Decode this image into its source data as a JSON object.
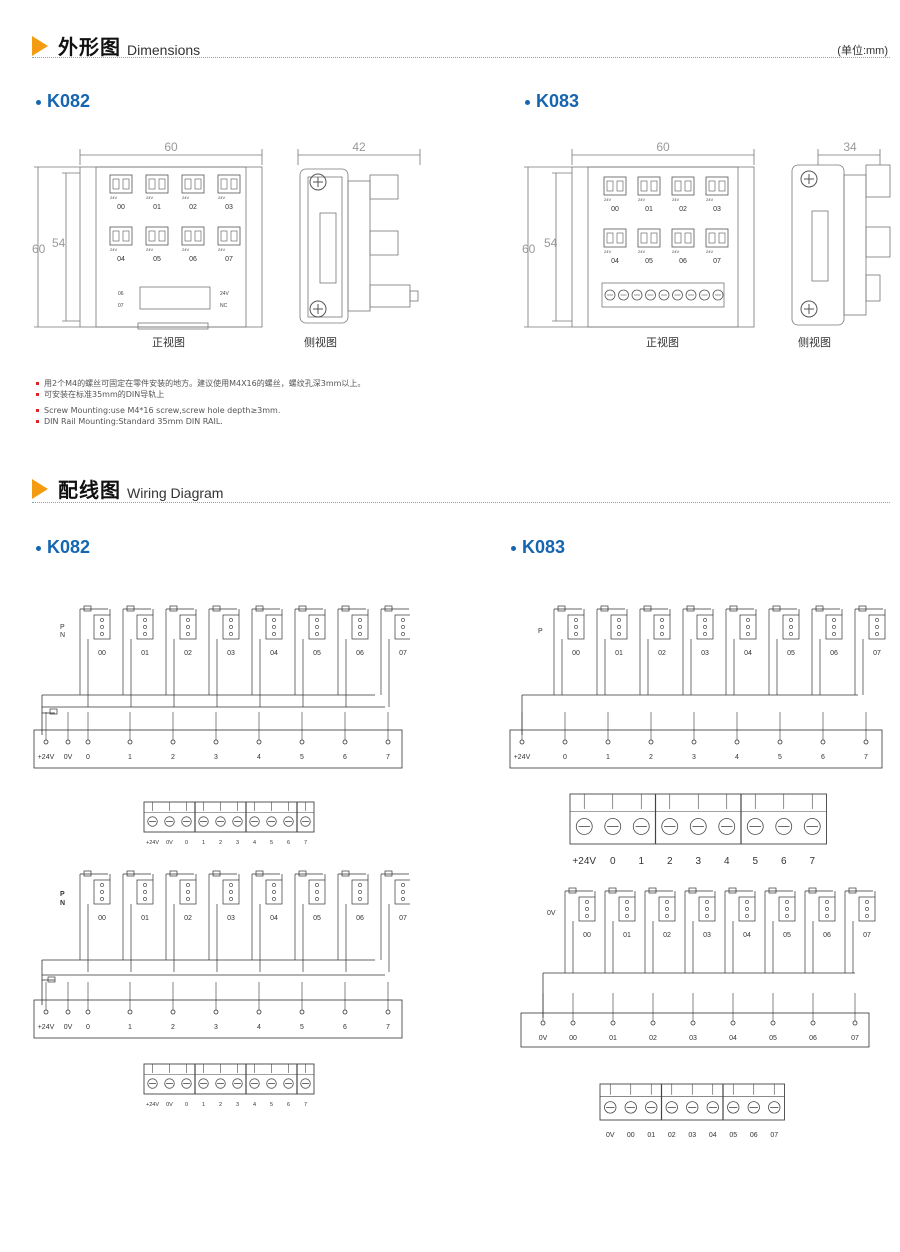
{
  "dimensions_section": {
    "title_cn": "外形图",
    "title_en": "Dimensions",
    "unit": "(单位:mm)"
  },
  "k082_dim": {
    "model": "K082",
    "front_caption": "正视图",
    "side_caption": "侧视图",
    "dim_width": "60",
    "dim_side": "42",
    "dim_height": "60",
    "dim_inner": "54",
    "channels": [
      "00",
      "01",
      "02",
      "03",
      "04",
      "05",
      "06",
      "07"
    ],
    "pin_label": "24V",
    "conn_labels": [
      "06",
      "24V",
      "07",
      "NC"
    ]
  },
  "k083_dim": {
    "model": "K083",
    "front_caption": "正视图",
    "side_caption": "侧视图",
    "dim_width": "60",
    "dim_side": "34",
    "dim_height": "60",
    "dim_inner": "54",
    "channels": [
      "00",
      "01",
      "02",
      "03",
      "04",
      "05",
      "06",
      "07"
    ],
    "pin_label": "24V"
  },
  "notes": [
    "用2个M4的螺丝可固定在零件安装的地方。建议使用M4X16的螺丝，螺纹孔深3mm以上。",
    "可安装在标准35mm的DIN导轨上",
    "Screw Mounting:use M4*16 screw,screw hole depth≥3mm.",
    "DIN Rail Mounting:Standard 35mm DIN RAIL."
  ],
  "wiring_section": {
    "title_cn": "配线图",
    "title_en": "Wiring Diagram"
  },
  "k082_wiring": {
    "model": "K082",
    "pn_labels": [
      "P",
      "N"
    ],
    "channels": [
      "00",
      "01",
      "02",
      "03",
      "04",
      "05",
      "06",
      "07"
    ],
    "terminals": [
      "+24V",
      "0V",
      "0",
      "1",
      "2",
      "3",
      "4",
      "5",
      "6",
      "7"
    ],
    "strip_labels": [
      "+24V",
      "0V",
      "0",
      "1",
      "2",
      "3",
      "4",
      "5",
      "6",
      "7"
    ]
  },
  "k083_wiring": {
    "model": "K083",
    "p_label": "P",
    "channels": [
      "00",
      "01",
      "02",
      "03",
      "04",
      "05",
      "06",
      "07"
    ],
    "terminals": [
      "+24V",
      "0",
      "1",
      "2",
      "3",
      "4",
      "5",
      "6",
      "7"
    ],
    "strip_labels": [
      "+24V",
      "0",
      "1",
      "2",
      "3",
      "4",
      "5",
      "6",
      "7"
    ],
    "zero_label": "0V",
    "terminals_b": [
      "0V",
      "00",
      "01",
      "02",
      "03",
      "04",
      "05",
      "06",
      "07"
    ],
    "strip_labels_b": [
      "0V",
      "00",
      "01",
      "02",
      "03",
      "04",
      "05",
      "06",
      "07"
    ]
  }
}
